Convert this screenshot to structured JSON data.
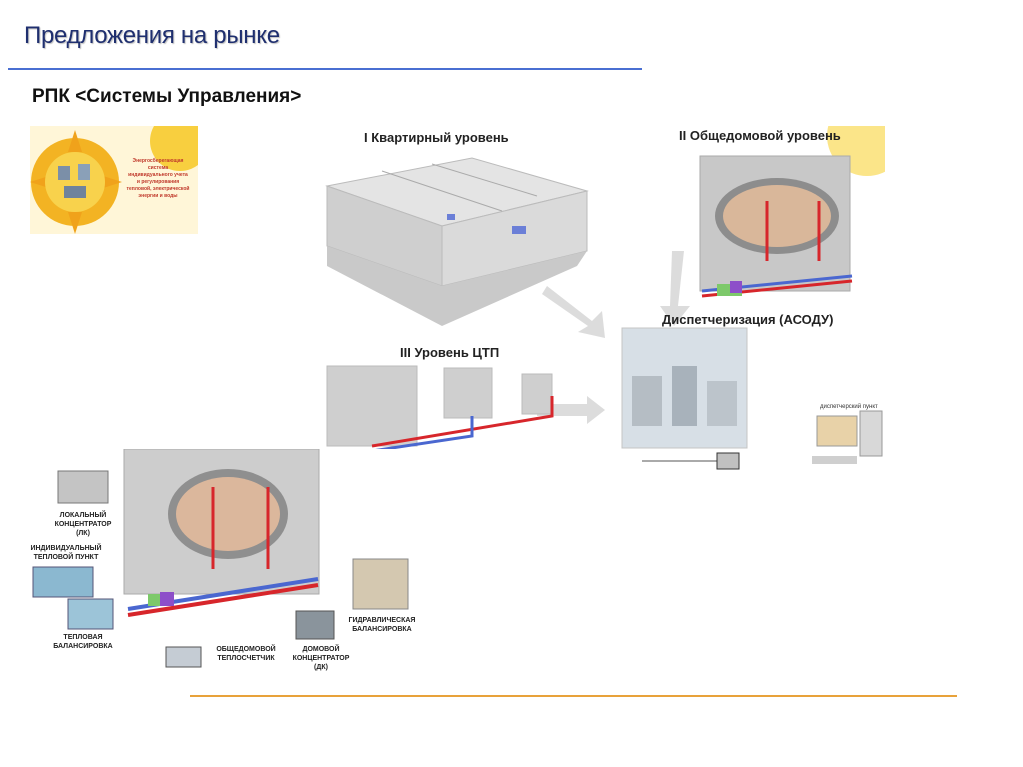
{
  "slide": {
    "title": "Предложения на рынке",
    "subtitle": "РПК <Системы Управления>"
  },
  "logo": {
    "text_lines": [
      "Энергосберегающая",
      "система",
      "индивидуального учета",
      "и регулирования",
      "тепловой, электрической",
      "энергии и воды"
    ]
  },
  "diagram": {
    "level1": "I Квартирный уровень",
    "level2": "II Общедомовой уровень",
    "level3": "III Уровень ЦТП",
    "dispatch": "Диспетчеризация (АСОДУ)",
    "dispatch_point": "диспетчерский пункт"
  },
  "detail": {
    "local_concentrator": [
      "ЛОКАЛЬНЫЙ",
      "КОНЦЕНТРАТОР",
      "(ЛК)"
    ],
    "heat_point": [
      "ИНДИВИДУАЛЬНЫЙ",
      "ТЕПЛОВОЙ ПУНКТ"
    ],
    "heat_balancing": [
      "ТЕПЛОВАЯ",
      "БАЛАНСИРОВКА"
    ],
    "hydraulic_balancing": [
      "ГИДРАВЛИЧЕСКАЯ",
      "БАЛАНСИРОВКА"
    ],
    "house_meter": [
      "ОБЩЕДОМОВОЙ",
      "ТЕПЛОСЧЕТЧИК"
    ],
    "house_concentrator": [
      "ДОМОВОЙ",
      "КОНЦЕНТРАТОР",
      "(ДК)"
    ]
  },
  "colors": {
    "title": "#1f2f6f",
    "title_rule": "#4a6fd2",
    "footer_rule": "#e8a23a"
  }
}
